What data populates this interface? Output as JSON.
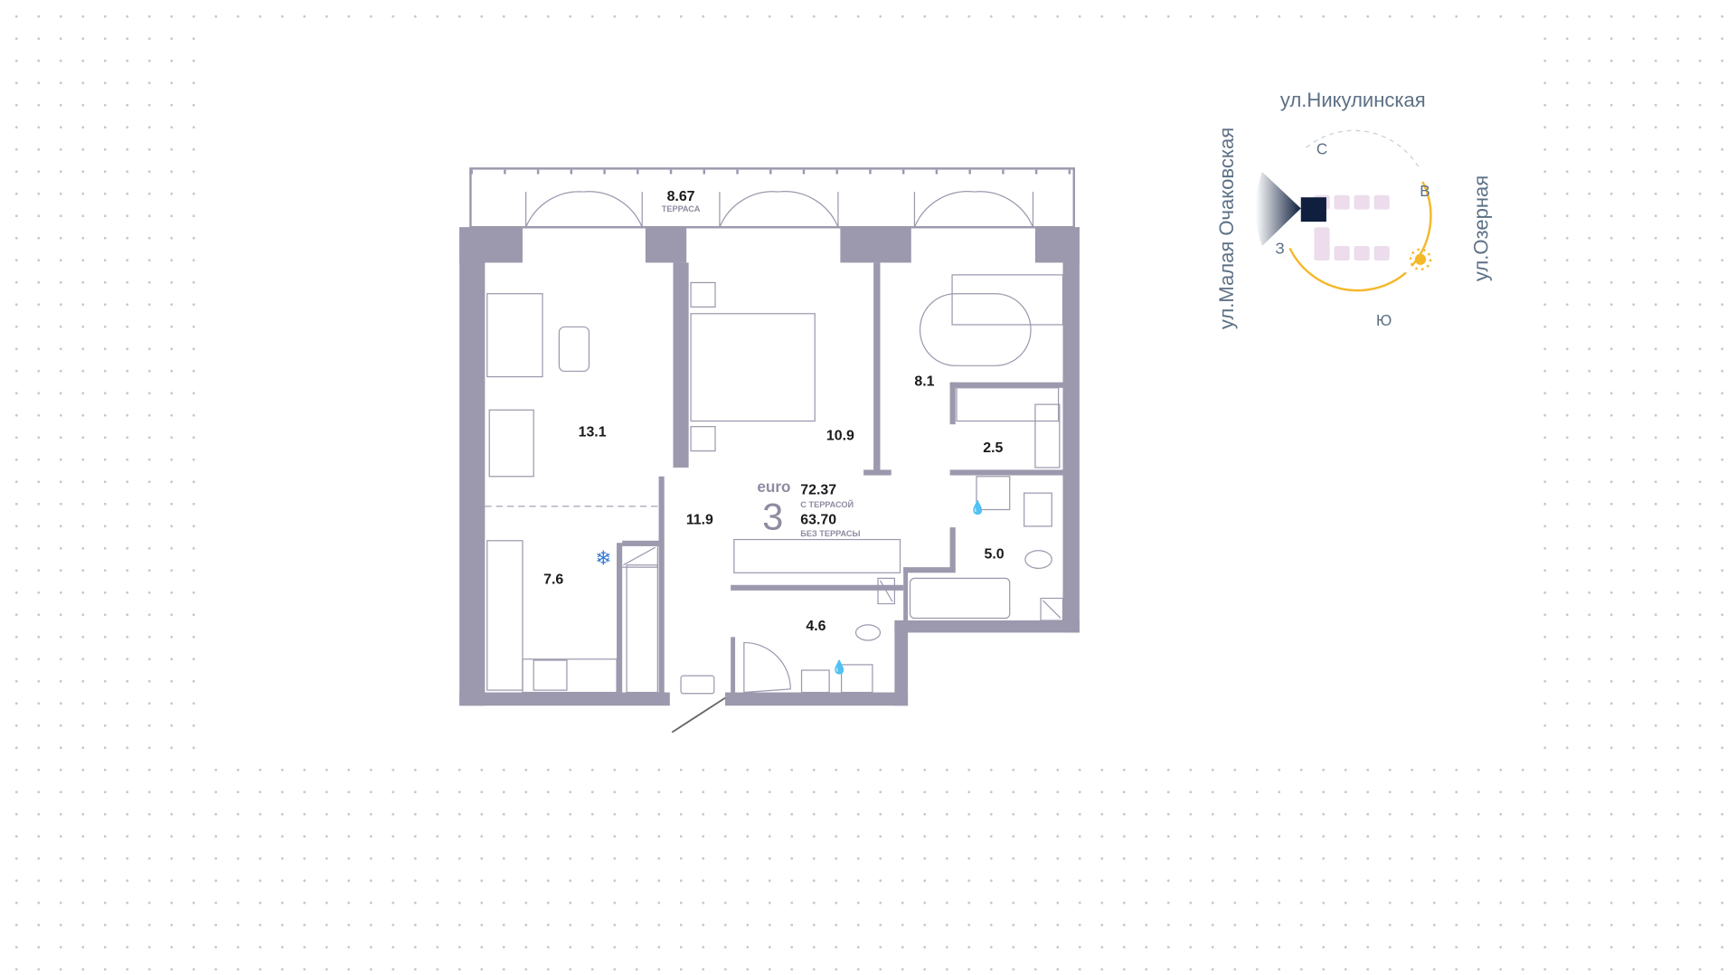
{
  "terrace": {
    "area": "8.67",
    "label": "ТЕРРАСА"
  },
  "rooms": [
    {
      "name": "living",
      "area": "13.1"
    },
    {
      "name": "bedroom",
      "area": "10.9"
    },
    {
      "name": "bedroom-2",
      "area": "8.1"
    },
    {
      "name": "wardrobe",
      "area": "2.5"
    },
    {
      "name": "hall",
      "area": "11.9"
    },
    {
      "name": "kitchen",
      "area": "7.6"
    },
    {
      "name": "bathroom",
      "area": "5.0"
    },
    {
      "name": "bathroom-2",
      "area": "4.6"
    }
  ],
  "summary": {
    "type_prefix": "euro",
    "rooms_count": "3",
    "area_with_terrace": "72.37",
    "with_terrace_label": "С ТЕРРАСОЙ",
    "area_without_terrace": "63.70",
    "without_terrace_label": "БЕЗ ТЕРРАСЫ"
  },
  "compass": {
    "north": "С",
    "east": "В",
    "south": "Ю",
    "west": "З",
    "street_north": "ул.Никулинская",
    "street_west": "ул.Малая Очаковская",
    "street_east": "ул.Озерная"
  },
  "colors": {
    "wall": "#9c98ad",
    "building": "#ecdcec",
    "apartment": "#0f1f3d",
    "sun": "#f5b82a"
  }
}
